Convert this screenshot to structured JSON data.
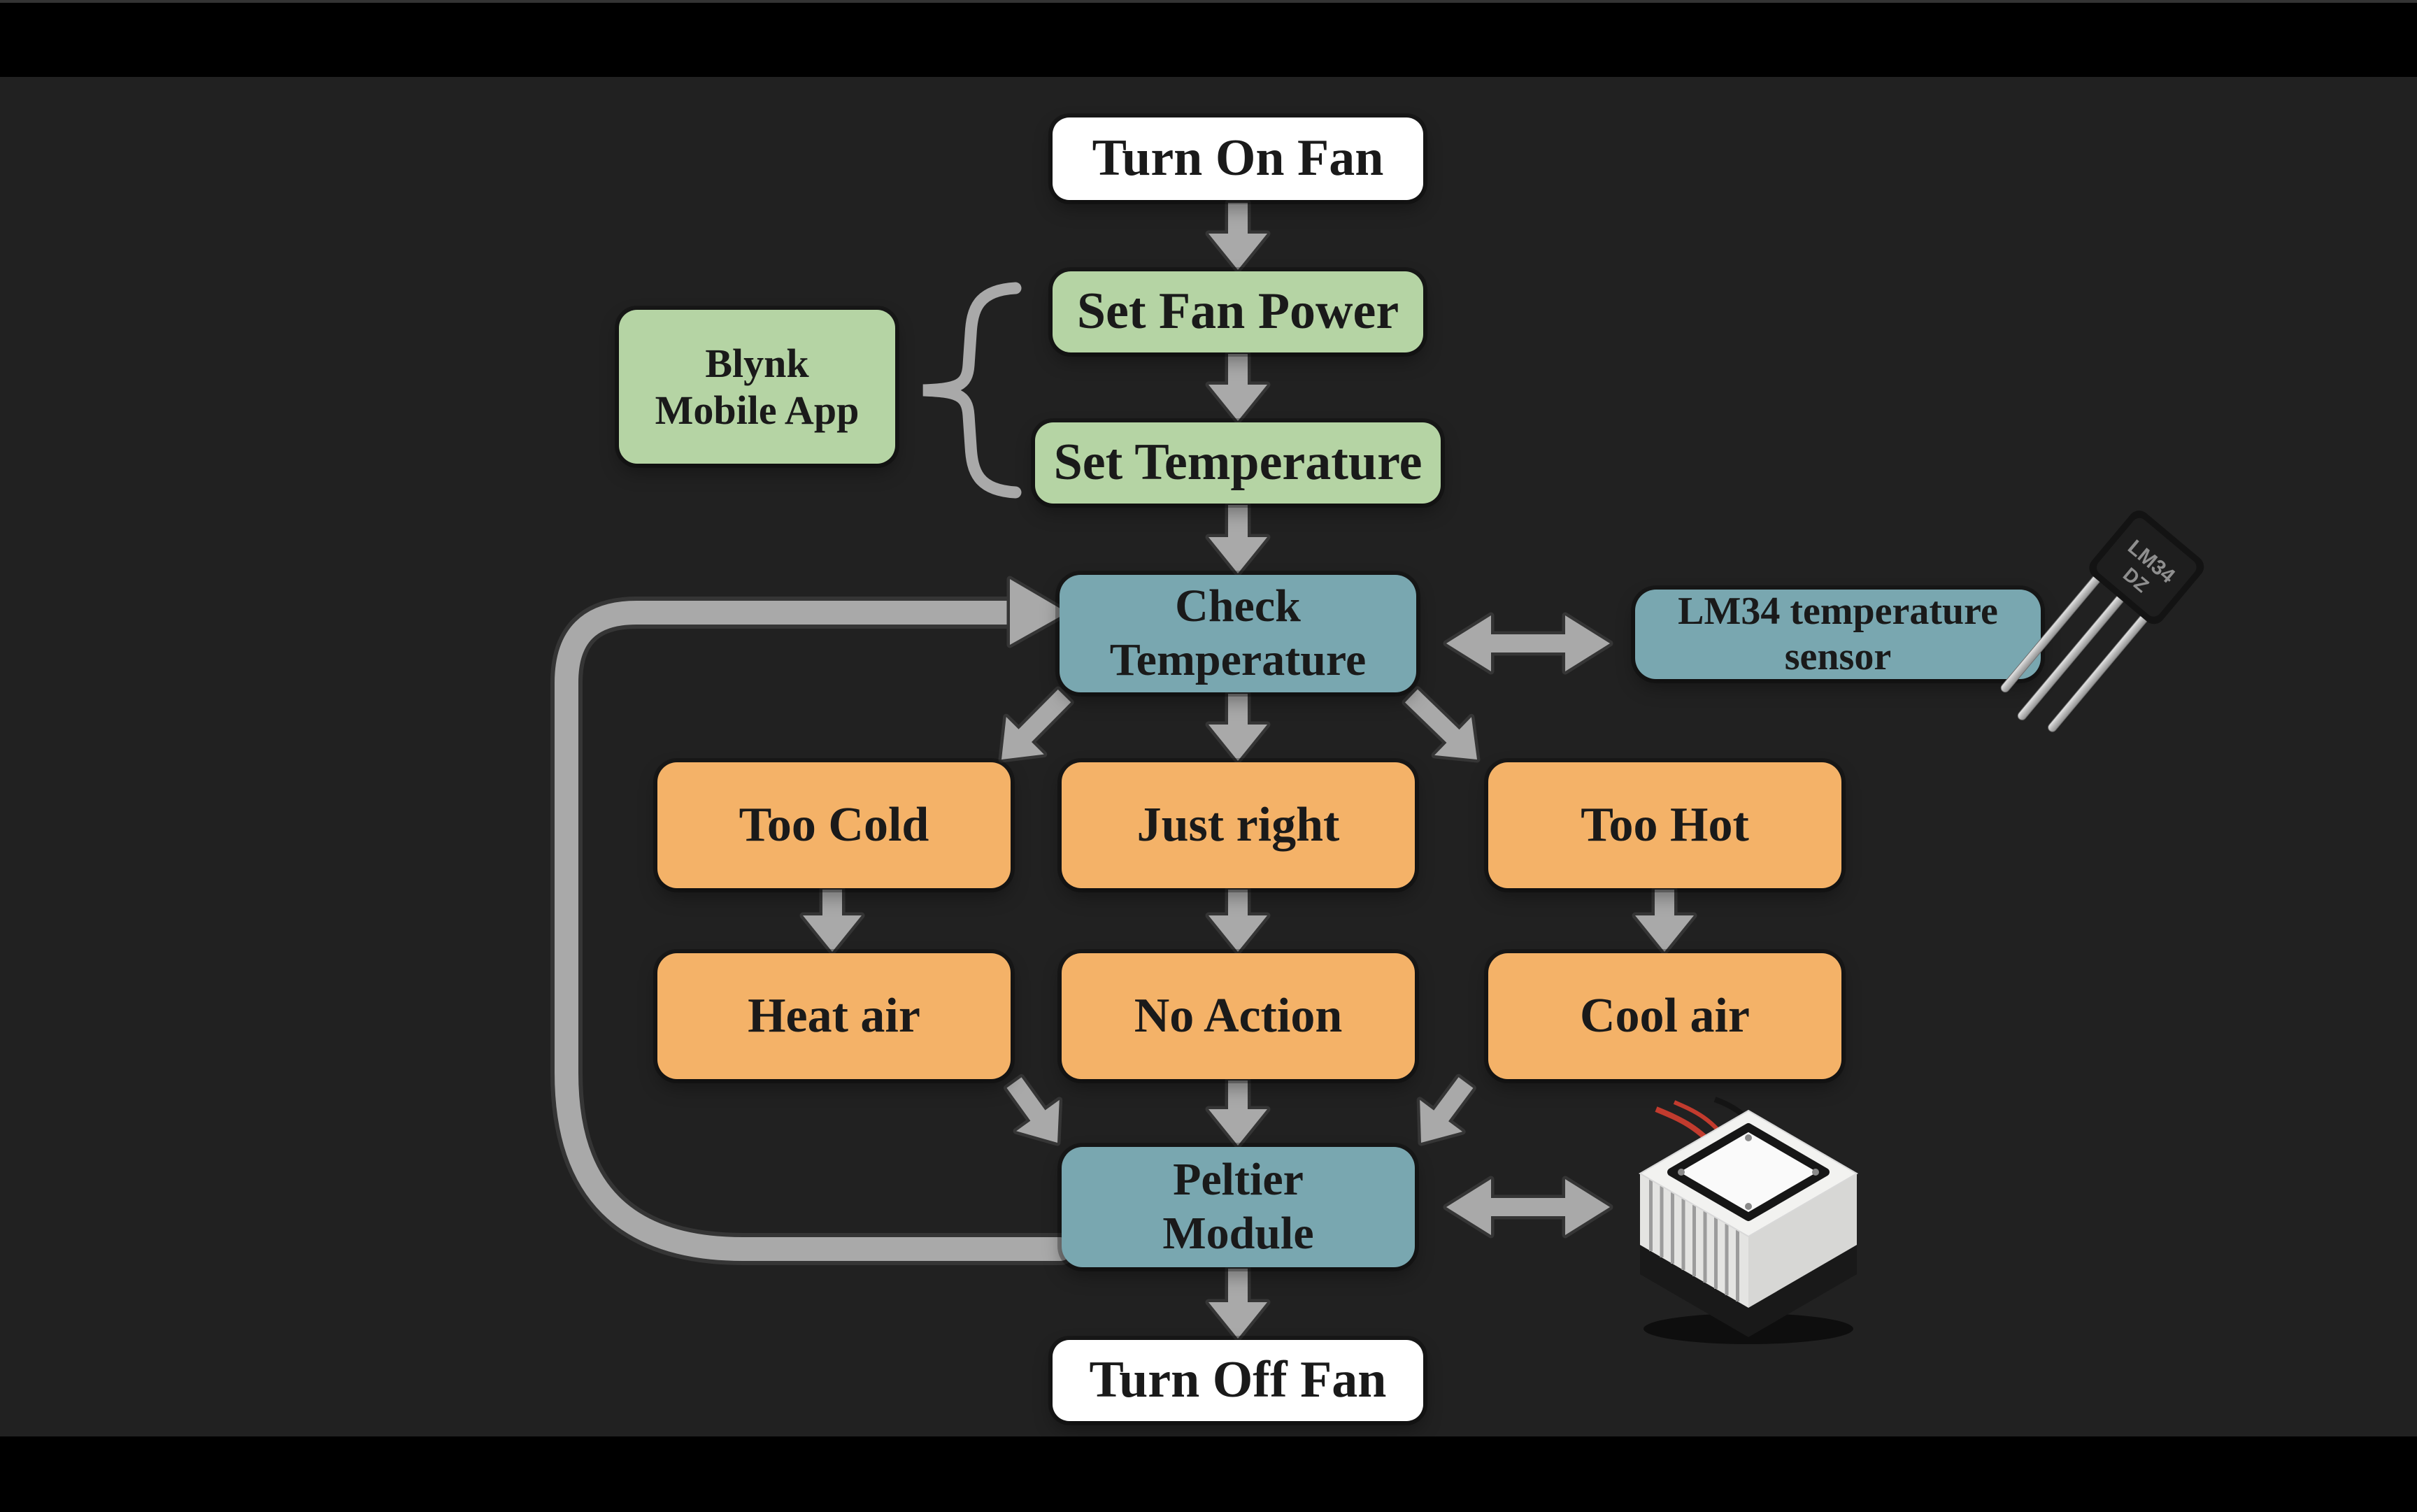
{
  "nodes": {
    "turn_on_fan": {
      "label": "Turn On Fan"
    },
    "set_fan_power": {
      "label": "Set Fan Power"
    },
    "blynk": {
      "line1": "Blynk",
      "line2": "Mobile App"
    },
    "set_temperature": {
      "label": "Set Temperature"
    },
    "check_temperature": {
      "line1": "Check",
      "line2": "Temperature"
    },
    "lm34_sensor": {
      "line1": "LM34 temperature",
      "line2": "sensor"
    },
    "too_cold": {
      "label": "Too Cold"
    },
    "just_right": {
      "label": "Just right"
    },
    "too_hot": {
      "label": "Too Hot"
    },
    "heat_air": {
      "label": "Heat air"
    },
    "no_action": {
      "label": "No Action"
    },
    "cool_air": {
      "label": "Cool air"
    },
    "peltier_module": {
      "line1": "Peltier",
      "line2": "Module"
    },
    "turn_off_fan": {
      "label": "Turn Off Fan"
    }
  },
  "sensor_photo": {
    "marking_line1": "LM34",
    "marking_line2": "DZ"
  },
  "colors": {
    "background": "#212121",
    "letterbox_bars": "#000000",
    "box_white": "#ffffff",
    "box_green": "#b5d4a4",
    "box_teal": "#79a7b0",
    "box_orange": "#f4b268",
    "arrow_gray": "#a9a9a9",
    "text": "#1a1a1a"
  }
}
